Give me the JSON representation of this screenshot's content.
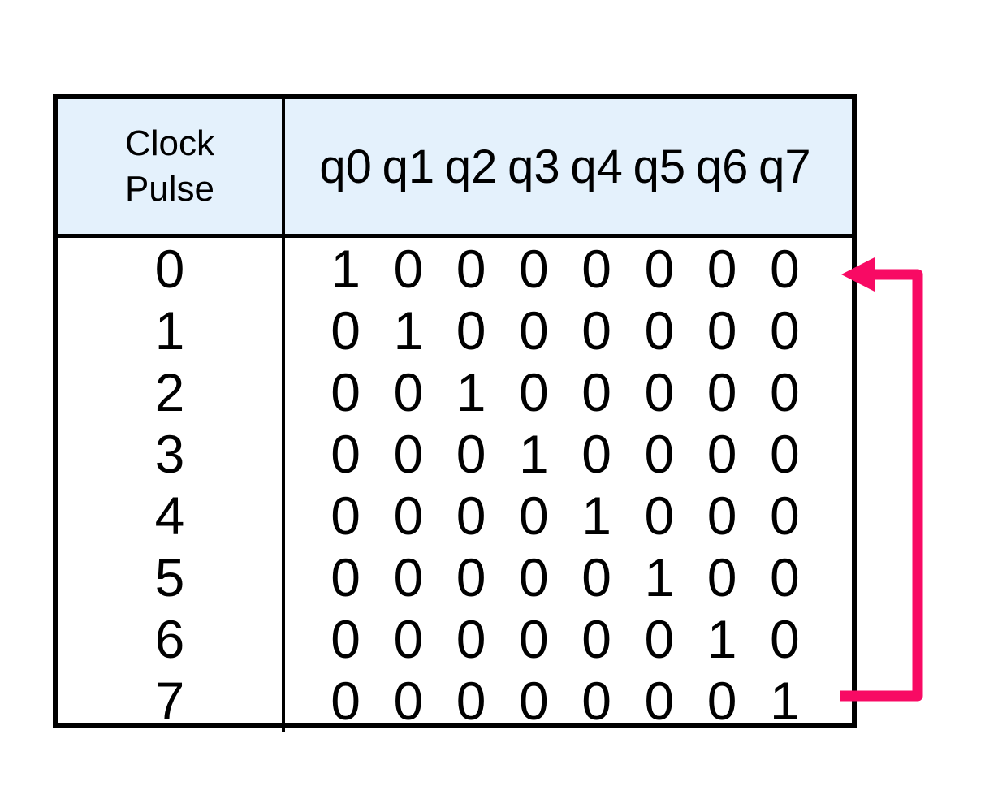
{
  "table": {
    "header": {
      "clock_lines": [
        "Clock",
        "Pulse"
      ],
      "q_labels": [
        "q0",
        "q1",
        "q2",
        "q3",
        "q4",
        "q5",
        "q6",
        "q7"
      ]
    },
    "rows": [
      {
        "pulse": "0",
        "bits": [
          "1",
          "0",
          "0",
          "0",
          "0",
          "0",
          "0",
          "0"
        ]
      },
      {
        "pulse": "1",
        "bits": [
          "0",
          "1",
          "0",
          "0",
          "0",
          "0",
          "0",
          "0"
        ]
      },
      {
        "pulse": "2",
        "bits": [
          "0",
          "0",
          "1",
          "0",
          "0",
          "0",
          "0",
          "0"
        ]
      },
      {
        "pulse": "3",
        "bits": [
          "0",
          "0",
          "0",
          "1",
          "0",
          "0",
          "0",
          "0"
        ]
      },
      {
        "pulse": "4",
        "bits": [
          "0",
          "0",
          "0",
          "0",
          "1",
          "0",
          "0",
          "0"
        ]
      },
      {
        "pulse": "5",
        "bits": [
          "0",
          "0",
          "0",
          "0",
          "0",
          "1",
          "0",
          "0"
        ]
      },
      {
        "pulse": "6",
        "bits": [
          "0",
          "0",
          "0",
          "0",
          "0",
          "0",
          "1",
          "0"
        ]
      },
      {
        "pulse": "7",
        "bits": [
          "0",
          "0",
          "0",
          "0",
          "0",
          "0",
          "0",
          "1"
        ]
      }
    ]
  },
  "colors": {
    "header_bg": "#E4F1FC",
    "border": "#000000",
    "arrow": "#F80A64"
  }
}
